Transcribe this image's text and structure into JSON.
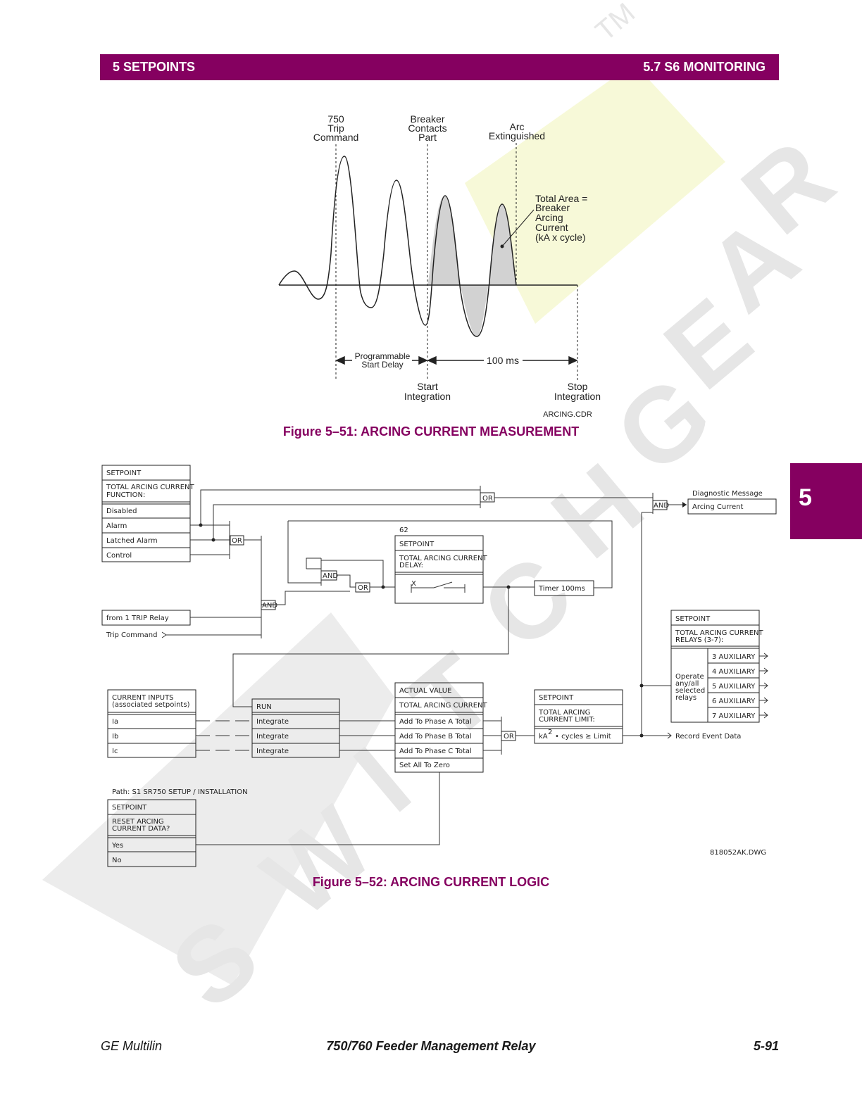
{
  "header": {
    "left": "5 SETPOINTS",
    "right": "5.7 S6 MONITORING"
  },
  "chapter_tab": "5",
  "watermark_text": "SWITCHGEAR",
  "figure51": {
    "labels": {
      "trip": [
        "750",
        "Trip",
        "Command"
      ],
      "breaker": [
        "Breaker",
        "Contacts",
        "Part"
      ],
      "arc": [
        "Arc",
        "Extinguished"
      ],
      "area": [
        "Total Area =",
        "Breaker",
        "Arcing",
        "Current",
        "(kA x cycle)"
      ],
      "delay": [
        "Programmable",
        "Start Delay"
      ],
      "ms": "100 ms",
      "start": [
        "Start",
        "Integration"
      ],
      "stop": [
        "Stop",
        "Integration"
      ],
      "file": "ARCING.CDR"
    },
    "caption": "Figure 5–51: ARCING CURRENT MEASUREMENT"
  },
  "figure52": {
    "setpoint_function": {
      "title": "SETPOINT",
      "name": [
        "TOTAL  ARCING  CURRENT",
        "FUNCTION:"
      ],
      "options": [
        "Disabled",
        "Alarm",
        "Latched  Alarm",
        "Control"
      ]
    },
    "gates": {
      "or": "OR",
      "and": "AND"
    },
    "diagnostic": {
      "title": "Diagnostic  Message",
      "box": "Arcing  Current"
    },
    "delay_setpoint": {
      "number": "62",
      "title": "SETPOINT",
      "name": [
        "TOTAL  ARCING  CURRENT",
        "DELAY:"
      ],
      "x": "X"
    },
    "timer": "Timer  100ms",
    "trip_relay": "from  1  TRIP  Relay",
    "trip_command": "Trip  Command",
    "relays_setpoint": {
      "title": "SETPOINT",
      "name": [
        "TOTAL  ARCING  CURRENT",
        "RELAYS  (3-7):"
      ],
      "operate": [
        "Operate",
        "any/all",
        "selected",
        "relays"
      ],
      "items": [
        "3  AUXILIARY",
        "4  AUXILIARY",
        "5  AUXILIARY",
        "6  AUXILIARY",
        "7  AUXILIARY"
      ]
    },
    "current_inputs": {
      "title": [
        "CURRENT  INPUTS",
        "(associated  setpoints)"
      ],
      "items": [
        "Ia",
        "Ib",
        "Ic"
      ]
    },
    "integrator": {
      "run": "RUN",
      "items": [
        "Integrate",
        "Integrate",
        "Integrate"
      ]
    },
    "actual_value": {
      "title": "ACTUAL  VALUE",
      "name": "TOTAL  ARCING  CURRENT",
      "items": [
        "Add  To  Phase  A  Total",
        "Add  To  Phase  B  Total",
        "Add  To  Phase  C  Total",
        "Set  All  To  Zero"
      ]
    },
    "limit_setpoint": {
      "title": "SETPOINT",
      "name": [
        "TOTAL  ARCING",
        "CURRENT  LIMIT:"
      ],
      "formula_prefix": "kA",
      "formula_exp": "2",
      "formula_suffix": "•  cycles  ≥  Limit"
    },
    "record": "Record  Event  Data",
    "reset": {
      "path": "Path:  S1  SR750  SETUP  /  INSTALLATION",
      "title": "SETPOINT",
      "name": [
        "RESET  ARCING",
        "CURRENT  DATA?"
      ],
      "options": [
        "Yes",
        "No"
      ]
    },
    "file": "818052AK.DWG",
    "caption": "Figure 5–52: ARCING CURRENT LOGIC"
  },
  "footer": {
    "left": "GE Multilin",
    "center": "750/760 Feeder Management Relay",
    "right": "5-91"
  }
}
